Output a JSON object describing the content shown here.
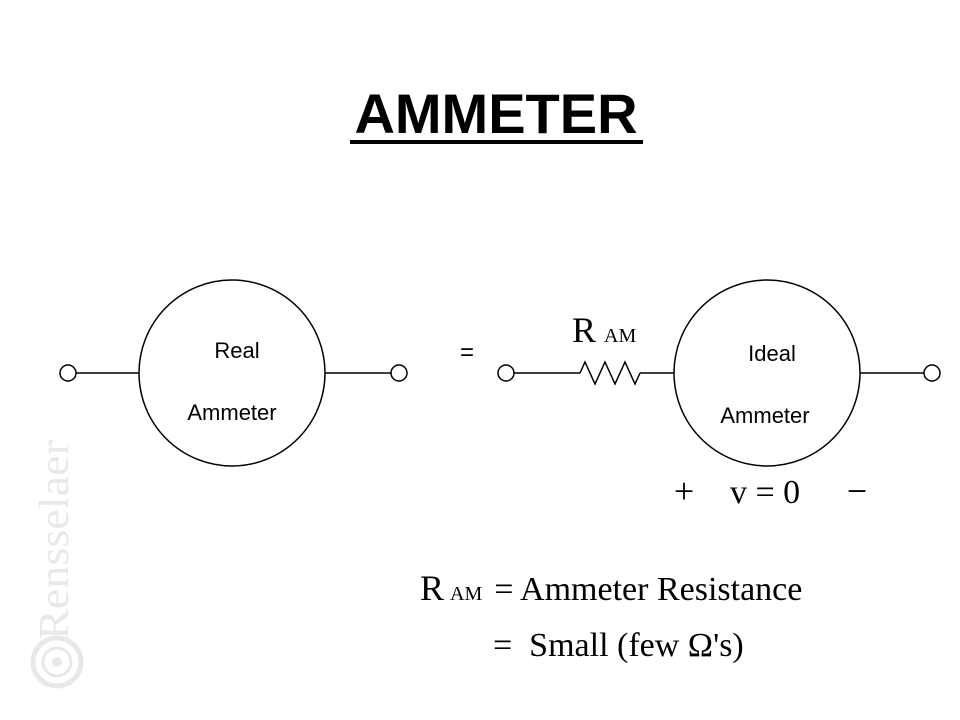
{
  "title": "AMMETER",
  "watermark": {
    "text": "Rensselaer"
  },
  "real_meter": {
    "line1": "Real",
    "line2": "Ammeter"
  },
  "equals": "=",
  "resistor": {
    "symbol": "R",
    "subscript": "AM"
  },
  "ideal_meter": {
    "line1": "Ideal",
    "line2": "Ammeter"
  },
  "voltage": {
    "plus": "+",
    "label": "v = 0",
    "minus": "−"
  },
  "definition": {
    "symbol": "R",
    "subscript": "AM",
    "line1_rest": "= Ammeter Resistance",
    "line2": "=  Small (few Ω's)"
  }
}
